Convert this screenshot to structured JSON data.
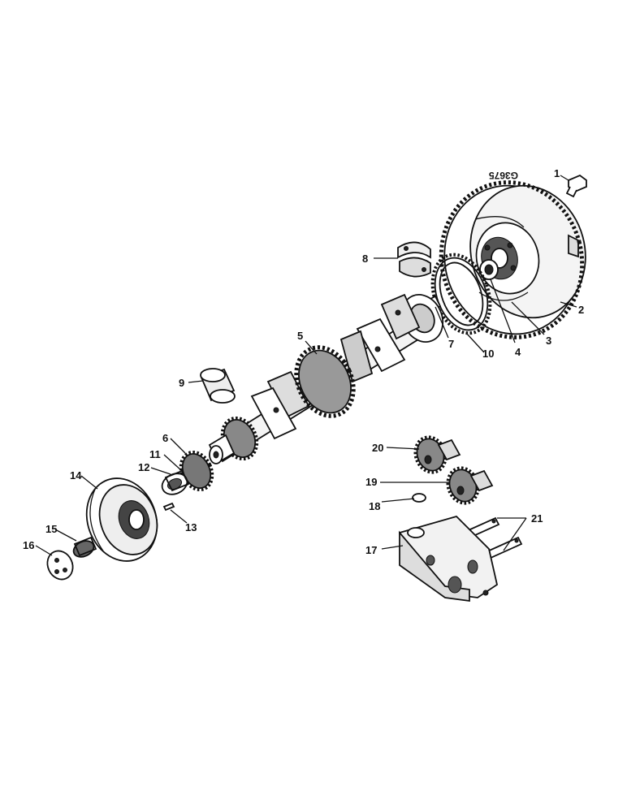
{
  "diagram": {
    "reference_code": "G3675",
    "callouts": [
      {
        "id": "1",
        "text": "1"
      },
      {
        "id": "2",
        "text": "2"
      },
      {
        "id": "3",
        "text": "3"
      },
      {
        "id": "4",
        "text": "4"
      },
      {
        "id": "5",
        "text": "5"
      },
      {
        "id": "6",
        "text": "6"
      },
      {
        "id": "7",
        "text": "7"
      },
      {
        "id": "8",
        "text": "8"
      },
      {
        "id": "9",
        "text": "9"
      },
      {
        "id": "10",
        "text": "10"
      },
      {
        "id": "11",
        "text": "11"
      },
      {
        "id": "12",
        "text": "12"
      },
      {
        "id": "13",
        "text": "13"
      },
      {
        "id": "14",
        "text": "14"
      },
      {
        "id": "15",
        "text": "15"
      },
      {
        "id": "16",
        "text": "16"
      },
      {
        "id": "17",
        "text": "17"
      },
      {
        "id": "18",
        "text": "18"
      },
      {
        "id": "19",
        "text": "19"
      },
      {
        "id": "20",
        "text": "20"
      },
      {
        "id": "21",
        "text": "21"
      }
    ]
  }
}
